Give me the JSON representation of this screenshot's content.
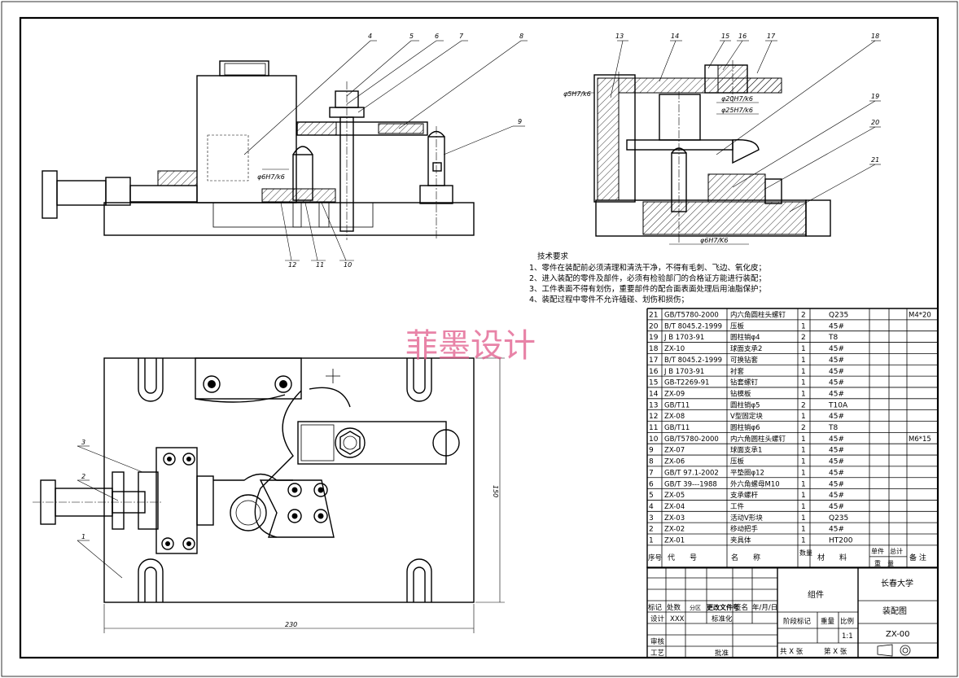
{
  "watermark": "菲墨设计",
  "balloons_front": [
    "4",
    "5",
    "6",
    "7",
    "8",
    "9",
    "12",
    "11",
    "10",
    "3",
    "2",
    "1"
  ],
  "balloons_side": [
    "13",
    "14",
    "15",
    "16",
    "17",
    "18",
    "19",
    "20",
    "21"
  ],
  "fits": {
    "front": "φ6H7/k6",
    "side_left": "φ5H7/k6",
    "side_top1": "φ20H7/k6",
    "side_top2": "φ25H7/k6",
    "side_bottom": "φ6H7/K6"
  },
  "dims": {
    "width": "230",
    "height": "150"
  },
  "tech_title": "技术要求",
  "tech_notes": [
    "1、零件在装配前必须清理和清洗干净，不得有毛刺、飞边、氧化皮；",
    "2、进入装配的零件及部件，必须有检验部门的合格证方能进行装配；",
    "3、工件表面不得有划伤，重要部件的配合面表面处理后用油脂保护；",
    "4、装配过程中零件不允许磕碰、划伤和损伤；"
  ],
  "bom": [
    [
      "21",
      "GB/T5780-2000",
      "内六角圆柱头螺钉",
      "2",
      "Q235",
      "",
      "",
      "M4*20"
    ],
    [
      "20",
      "B/T 8045.2-1999",
      "压板",
      "1",
      "45#",
      "",
      "",
      ""
    ],
    [
      "19",
      "J B 1703-91",
      "圆柱销φ4",
      "2",
      "T8",
      "",
      "",
      ""
    ],
    [
      "18",
      "ZX-10",
      "球面支承2",
      "1",
      "45#",
      "",
      "",
      ""
    ],
    [
      "17",
      "B/T 8045.2-1999",
      "可换钻套",
      "1",
      "45#",
      "",
      "",
      ""
    ],
    [
      "16",
      "J B 1703-91",
      "衬套",
      "1",
      "45#",
      "",
      "",
      ""
    ],
    [
      "15",
      "GB-T2269-91",
      "钻套螺钉",
      "1",
      "45#",
      "",
      "",
      ""
    ],
    [
      "14",
      "ZX-09",
      "钻模板",
      "1",
      "45#",
      "",
      "",
      ""
    ],
    [
      "13",
      "GB/T11",
      "圆柱销φ5",
      "2",
      "T10A",
      "",
      "",
      ""
    ],
    [
      "12",
      "ZX-08",
      "V型固定块",
      "1",
      "45#",
      "",
      "",
      ""
    ],
    [
      "11",
      "GB/T11",
      "圆柱销φ6",
      "2",
      "T8",
      "",
      "",
      ""
    ],
    [
      "10",
      "GB/T5780-2000",
      "内六角圆柱头螺钉",
      "1",
      "45#",
      "",
      "",
      "M6*15"
    ],
    [
      "9",
      "ZX-07",
      "球面支承1",
      "1",
      "45#",
      "",
      "",
      ""
    ],
    [
      "8",
      "ZX-06",
      "压板",
      "1",
      "45#",
      "",
      "",
      ""
    ],
    [
      "7",
      "GB/T 97.1-2002",
      "平垫圈φ12",
      "1",
      "45#",
      "",
      "",
      ""
    ],
    [
      "6",
      "GB/T 39---1988",
      "外六角螺母M10",
      "1",
      "45#",
      "",
      "",
      ""
    ],
    [
      "5",
      "ZX-05",
      "支承螺杆",
      "1",
      "45#",
      "",
      "",
      ""
    ],
    [
      "4",
      "ZX-04",
      "工件",
      "1",
      "45#",
      "",
      "",
      ""
    ],
    [
      "3",
      "ZX-03",
      "活动V形块",
      "1",
      "Q235",
      "",
      "",
      ""
    ],
    [
      "2",
      "ZX-02",
      "移动把手",
      "1",
      "45#",
      "",
      "",
      ""
    ],
    [
      "1",
      "ZX-01",
      "夹具体",
      "1",
      "HT200",
      "",
      "",
      ""
    ]
  ],
  "bom_header": {
    "seq": "序号",
    "code": "代　　号",
    "name": "名　　称",
    "qty": "数量",
    "material": "材　　料",
    "single": "单件",
    "total": "总计",
    "weight": "重　量",
    "remark": "备 注"
  },
  "title_block": {
    "group": "组件",
    "school": "长春大学",
    "drawing_name": "装配图",
    "drawing_no": "ZX-00",
    "scale": "1:1",
    "scale_label": "比例",
    "stage_label": "阶段标记",
    "weight_label": "重量",
    "mark": "标记",
    "count": "处数",
    "zone": "分区",
    "change_doc": "更改文件号",
    "sign": "签名",
    "date": "年/月/日",
    "design": "设计",
    "design_name": "XXX",
    "standardize": "标准化",
    "review": "审核",
    "process": "工艺",
    "approve": "批准",
    "sheets_total": "共 X 张",
    "sheet_no": "第 X 张"
  }
}
